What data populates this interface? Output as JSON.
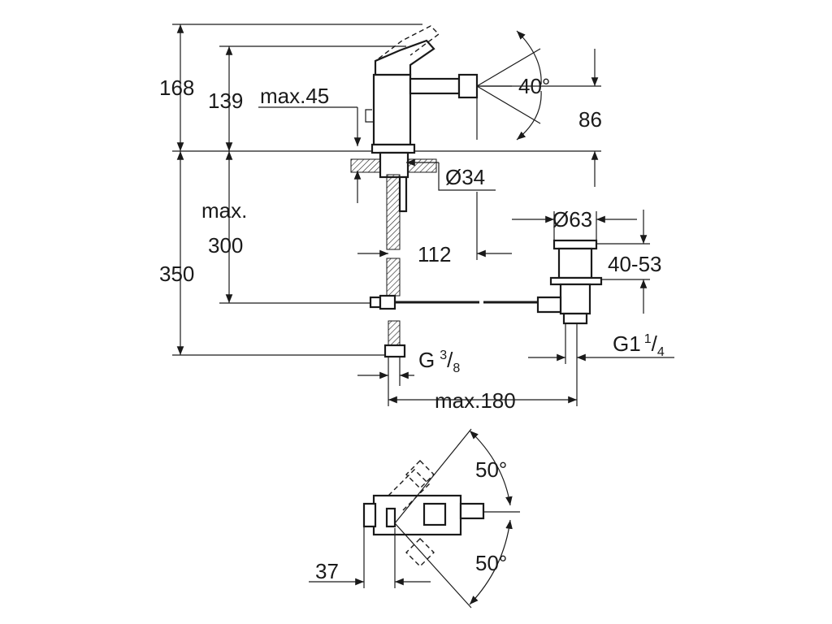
{
  "dimensions": {
    "d168": "168",
    "d139": "139",
    "max45": "max.45",
    "angle40": "40°",
    "d86": "86",
    "dia34": "Ø34",
    "max_word": "max.",
    "d300": "300",
    "d350": "350",
    "d112": "112",
    "dia63": "Ø63",
    "range40_53": "40-53",
    "thread_g": "G",
    "thread_g_num": "3",
    "thread_g_sep": "/",
    "thread_g_den": "8",
    "thread_g1": "G1",
    "thread_g1_num": "1",
    "thread_g1_sep": "/",
    "thread_g1_den": "4",
    "max180": "max.180",
    "angle50_top": "50°",
    "angle50_bottom": "50°",
    "d37": "37"
  },
  "colors": {
    "line": "#1a1a1a",
    "background": "#ffffff"
  }
}
